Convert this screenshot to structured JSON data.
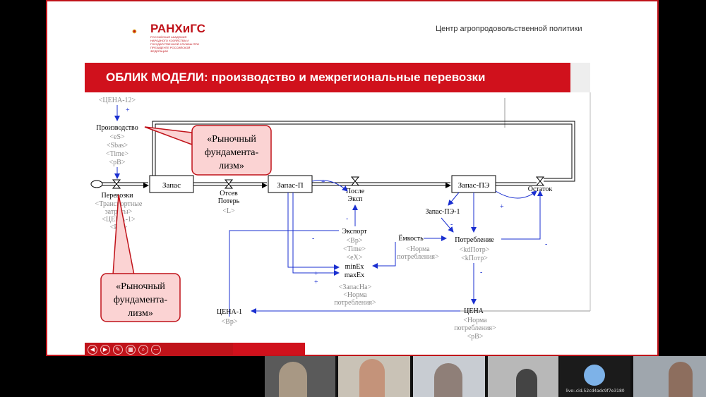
{
  "header": {
    "logo_text": "РАНХиГС",
    "logo_subtitle": "РОССИЙСКАЯ АКАДЕМИЯ НАРОДНОГО ХОЗЯЙСТВА И ГОСУДАРСТВЕННОЙ СЛУЖБЫ ПРИ ПРЕЗИДЕНТЕ РОССИЙСКОЙ ФЕДЕРАЦИИ",
    "center_name": "Центр агропродовольственной политики"
  },
  "slide_title": "ОБЛИК МОДЕЛИ: производство и межрегиональные перевозки",
  "callouts": {
    "top": [
      "«Рыночный",
      "фундамента-",
      "лизм»"
    ],
    "bottom": [
      "«Рыночный",
      "фундамента-",
      "лизм»"
    ]
  },
  "diagram": {
    "stocks": {
      "zapas": "Запас",
      "zapas_p": "Запас-П",
      "zapas_pe": "Запас-ПЭ"
    },
    "labels": {
      "cena12": "<ЦЕНА-12>",
      "proizvodstvo": "Производство",
      "es": "<eS>",
      "sbas": "<Sbas>",
      "time": "<Time>",
      "pb": "<pB>",
      "perevozki": "Перевозки",
      "transp1": "<Транспортные",
      "transp2": "затраты>",
      "cena1_ref": "<ЦЕНА-1>",
      "pm": "<Pm>",
      "otsev1": "Отсев",
      "otsev2": "Потерь",
      "l": "<L>",
      "posle1": "После",
      "posle2": "Эксп",
      "ostatok": "Остаток",
      "zapas_pe1": "Запас-ПЭ-1",
      "eksport": "Экспорт",
      "bp": "<Bp>",
      "time2": "<Time>",
      "ex": "<eX>",
      "emkost": "Ёмкость",
      "norma1": "<Норма",
      "norma2": "потребления>",
      "potreblenie": "Потребление",
      "kdpotr": "<kdПотр>",
      "kpotr": "<kПотр>",
      "minex": "minEx",
      "maxex": "maxEx",
      "zapasna": "<ЗапасНа>",
      "norma3": "<Норма",
      "norma4": "потребления>",
      "cena1": "ЦЕНА-1",
      "bp2": "<Bp>",
      "cena": "ЦЕНА",
      "norma5": "<Норма",
      "norma6": "потребления>",
      "pb2": "<pB>"
    },
    "signs": {
      "plus": "+",
      "minus": "-"
    }
  },
  "video_panel": {
    "avatar_label": "live:.cid.52cd4adc9f7e3180"
  },
  "colors": {
    "accent": "#d0111c",
    "arrow": "#1a2fd0",
    "aux_text": "#888888",
    "callout_fill": "#fbd3d3",
    "callout_border": "#c0131a"
  }
}
